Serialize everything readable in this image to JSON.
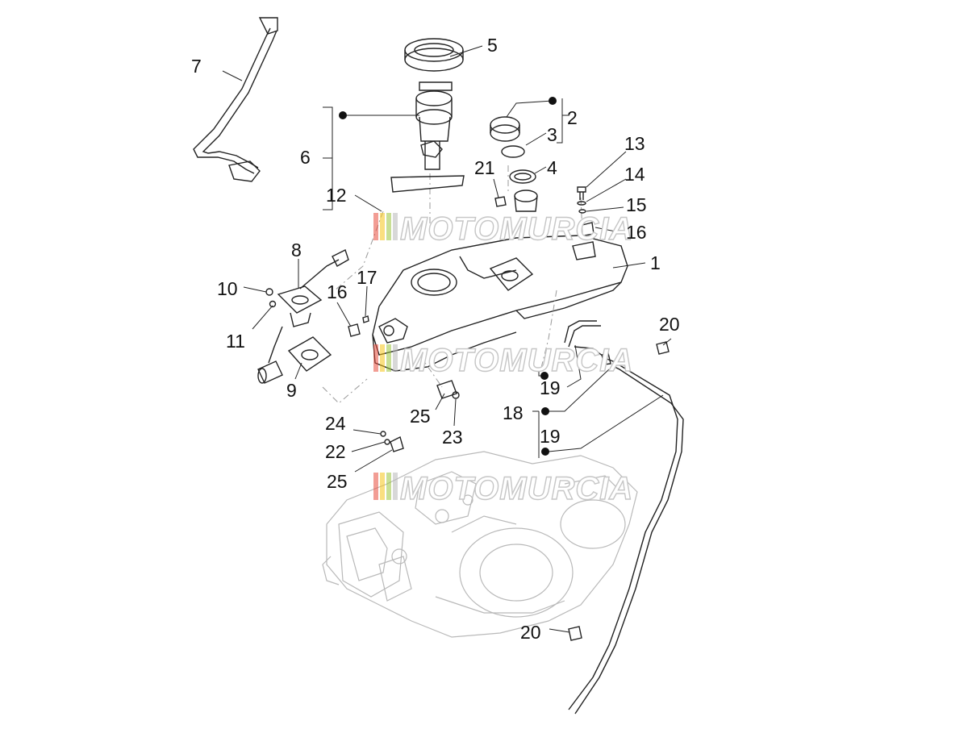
{
  "watermark": {
    "text": "MOTOMURCIA",
    "stripe_colors": [
      "#e74c3c",
      "#f5c518",
      "#9bc53d",
      "#b8b8b8"
    ]
  },
  "callouts": {
    "c1": "1",
    "c2": "2",
    "c3": "3",
    "c4": "4",
    "c5": "5",
    "c6": "6",
    "c7": "7",
    "c8": "8",
    "c9": "9",
    "c10": "10",
    "c11": "11",
    "c12": "12",
    "c13": "13",
    "c14": "14",
    "c15": "15",
    "c16a": "16",
    "c16b": "16",
    "c17": "17",
    "c18": "18",
    "c19a": "19",
    "c19b": "19",
    "c20a": "20",
    "c20b": "20",
    "c21": "21",
    "c22": "22",
    "c23": "23",
    "c24": "24",
    "c25a": "25",
    "c25b": "25"
  }
}
